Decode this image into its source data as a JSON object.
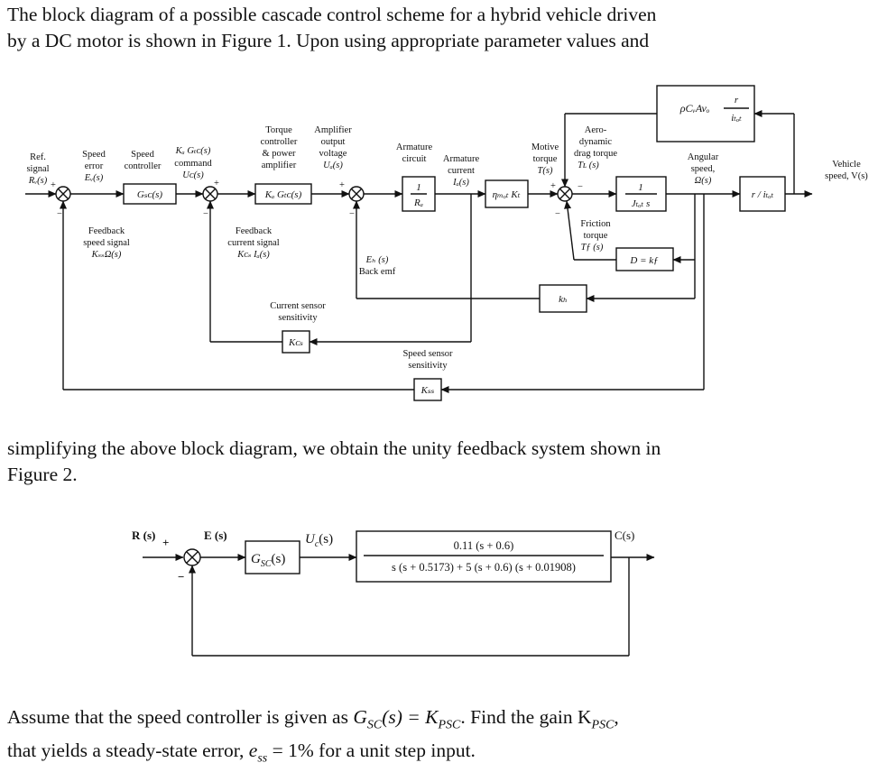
{
  "intro": {
    "line1": "The block diagram of a possible cascade control scheme for a hybrid vehicle driven",
    "line2": "by a DC motor is shown in Figure 1. Upon using appropriate parameter values and"
  },
  "middle": {
    "line1": "simplifying the above block diagram, we obtain the unity feedback system shown in",
    "line2": "Figure 2."
  },
  "question": {
    "line1_a": "Assume that the speed controller is given as ",
    "line1_b": "G",
    "line1_c": "SC",
    "line1_d": "(s) = K",
    "line1_e": "PSC",
    "line1_f": ".  Find the gain K",
    "line1_g": "PSC",
    "line1_h": ",",
    "line2_a": "that yields a steady-state error, ",
    "line2_b": "e",
    "line2_c": "ss",
    "line2_d": " = 1% for a unit step input."
  },
  "figure1": {
    "ref_signal": [
      "Ref.",
      "signal",
      "Rᵥ(s)"
    ],
    "speed_error": [
      "Speed",
      "error",
      "Eᵥ(s)"
    ],
    "speed_controller": [
      "Speed",
      "controller"
    ],
    "speed_command": [
      "Kₐ Gₜᴄ(s)",
      "command",
      "Uᴄ(s)"
    ],
    "torque_ctrl": [
      "Torque",
      "controller",
      "& power",
      "amplifier"
    ],
    "amp_output": [
      "Amplifier",
      "output",
      "voltage",
      "Uₐ(s)"
    ],
    "armature_circuit": [
      "Armature",
      "circuit"
    ],
    "armature_current": [
      "Armature",
      "current",
      "Iₐ(s)"
    ],
    "motive_torque": [
      "Motive",
      "torque",
      "T(s)"
    ],
    "aero_drag": [
      "Aero-",
      "dynamic",
      "drag torque",
      "Tʟ (s)"
    ],
    "angular_speed": [
      "Angular",
      "speed,",
      "Ω(s)"
    ],
    "vehicle_speed": [
      "Vehicle",
      "speed, V(s)"
    ],
    "feedback_speed": [
      "Feedback",
      "speed signal",
      "KₛₛΩ(s)"
    ],
    "feedback_current": [
      "Feedback",
      "current signal",
      "Kᴄₛ Iₐ(s)"
    ],
    "back_emf": [
      "Eₕ (s)",
      "Back emf"
    ],
    "friction_torque": [
      "Friction",
      "torque",
      "Tƒ (s)"
    ],
    "current_sensor": [
      "Current sensor",
      "sensitivity"
    ],
    "speed_sensor": [
      "Speed sensor",
      "sensitivity"
    ],
    "blocks": {
      "gsc": "Gₛᴄ(s)",
      "ka_gtc": "Kₐ Gₜᴄ(s)",
      "armature_num": "1",
      "armature_den": "Rₐ",
      "eta_k": "ηₘₒₜ Kₜ",
      "inertia_num": "1",
      "inertia_den": "Jₜₒₜ s",
      "r_over_i": "r / iₜₒₜ",
      "aero_expr": "ρCᵥAvₒ",
      "aero_frac_num": "r",
      "aero_frac_den": "iₜₒₜ",
      "friction": "D = kƒ",
      "kb": "kₕ",
      "kcs": "Kᴄₛ",
      "kss": "Kₛₛ"
    },
    "signs": {
      "plus": "+",
      "minus": "−"
    }
  },
  "figure2": {
    "r": "R (s)",
    "e": "E (s)",
    "gsc": "G",
    "gsc_sub": "SC",
    "gsc_tail": "(s)",
    "uc": "U",
    "uc_sub": "c",
    "uc_tail": "(s)",
    "c": "C(s)",
    "tf_num": "0.11 (s + 0.6)",
    "tf_den": "s (s + 0.5173)  +  5 (s + 0.6) (s + 0.01908)",
    "plus": "+",
    "minus": "−"
  }
}
